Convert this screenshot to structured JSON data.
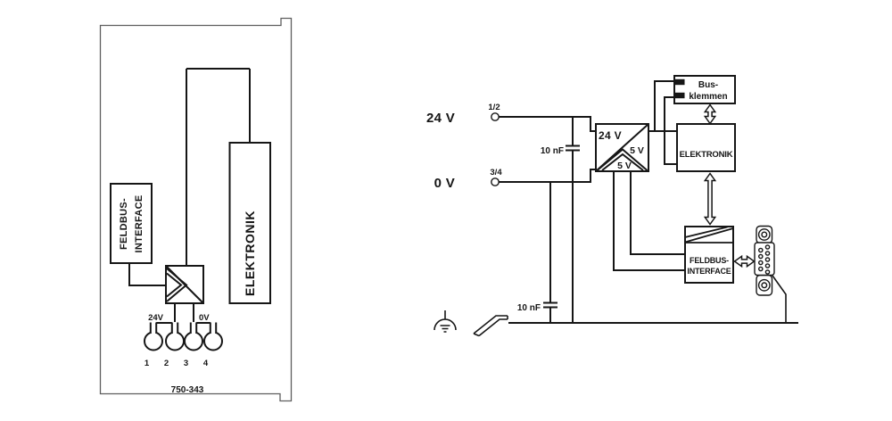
{
  "colors": {
    "line": "#161616",
    "module_outline": "#5e5e5e",
    "background": "#ffffff"
  },
  "left_diagram": {
    "feldbus_interface_line1": "FELDBUS-",
    "feldbus_interface_line2": "INTERFACE",
    "elektronik": "ELEKTRONIK",
    "label_24v": "24V",
    "label_0v": "0V",
    "terminals": [
      "1",
      "2",
      "3",
      "4"
    ],
    "part_number": "750-343"
  },
  "right_diagram": {
    "label_24v": "24 V",
    "label_0v": "0 V",
    "terminal_pair_top": "1/2",
    "terminal_pair_bottom": "3/4",
    "cap_top": "10 nF",
    "cap_bottom": "10 nF",
    "converter": {
      "input": "24 V",
      "output_right": "5 V",
      "output_bottom": "5 V"
    },
    "bus_terminals_line1": "Bus-",
    "bus_terminals_line2": "klemmen",
    "elektronik": "ELEKTRONIK",
    "feldbus_interface_line1": "FELDBUS-",
    "feldbus_interface_line2": "INTERFACE"
  }
}
